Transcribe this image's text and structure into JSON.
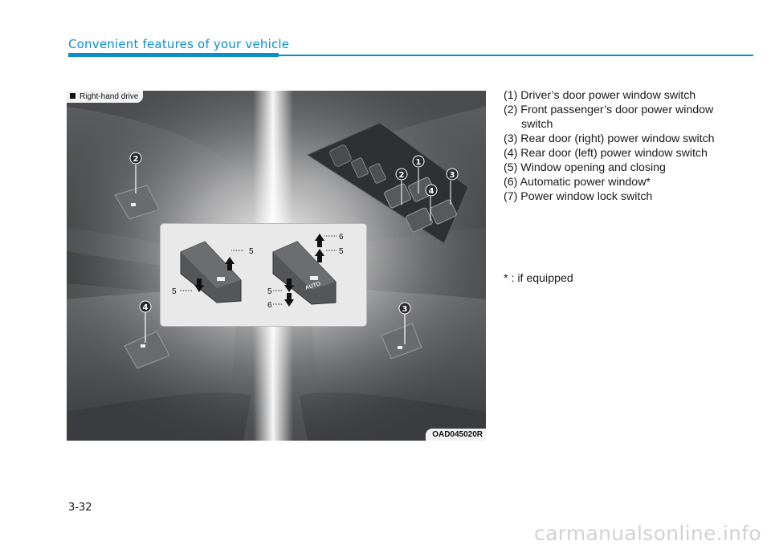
{
  "header": {
    "section_title": "Convenient features of your vehicle"
  },
  "figure": {
    "drive_tag": "Right-hand drive",
    "figure_code": "OAD045020R",
    "badges": {
      "n1": "1",
      "n2": "2",
      "n3": "3",
      "n4": "4"
    },
    "inset": {
      "left_up": "5",
      "left_down": "5",
      "right_up_auto": "6",
      "right_up": "5",
      "right_down": "5",
      "right_down_auto": "6",
      "switch_label": "AUTO"
    }
  },
  "callouts": [
    {
      "number": "(1)",
      "text": "Driver’s door power window switch"
    },
    {
      "number": "(2)",
      "text": "Front passenger’s door power window switch"
    },
    {
      "number": "(3)",
      "text": "Rear door (right) power window switch"
    },
    {
      "number": "(4)",
      "text": "Rear door (left) power window switch"
    },
    {
      "number": "(5)",
      "text": "Window opening and closing"
    },
    {
      "number": "(6)",
      "text": "Automatic power window*"
    },
    {
      "number": "(7)",
      "text": "Power window lock switch"
    }
  ],
  "footnote": "* : if equipped",
  "page_number": "3-32",
  "watermark": "carmanualsonline.info",
  "colors": {
    "accent": "#0a8fc8",
    "figure_bg": "#4a4b4d",
    "badge": "#2a2a2a"
  }
}
